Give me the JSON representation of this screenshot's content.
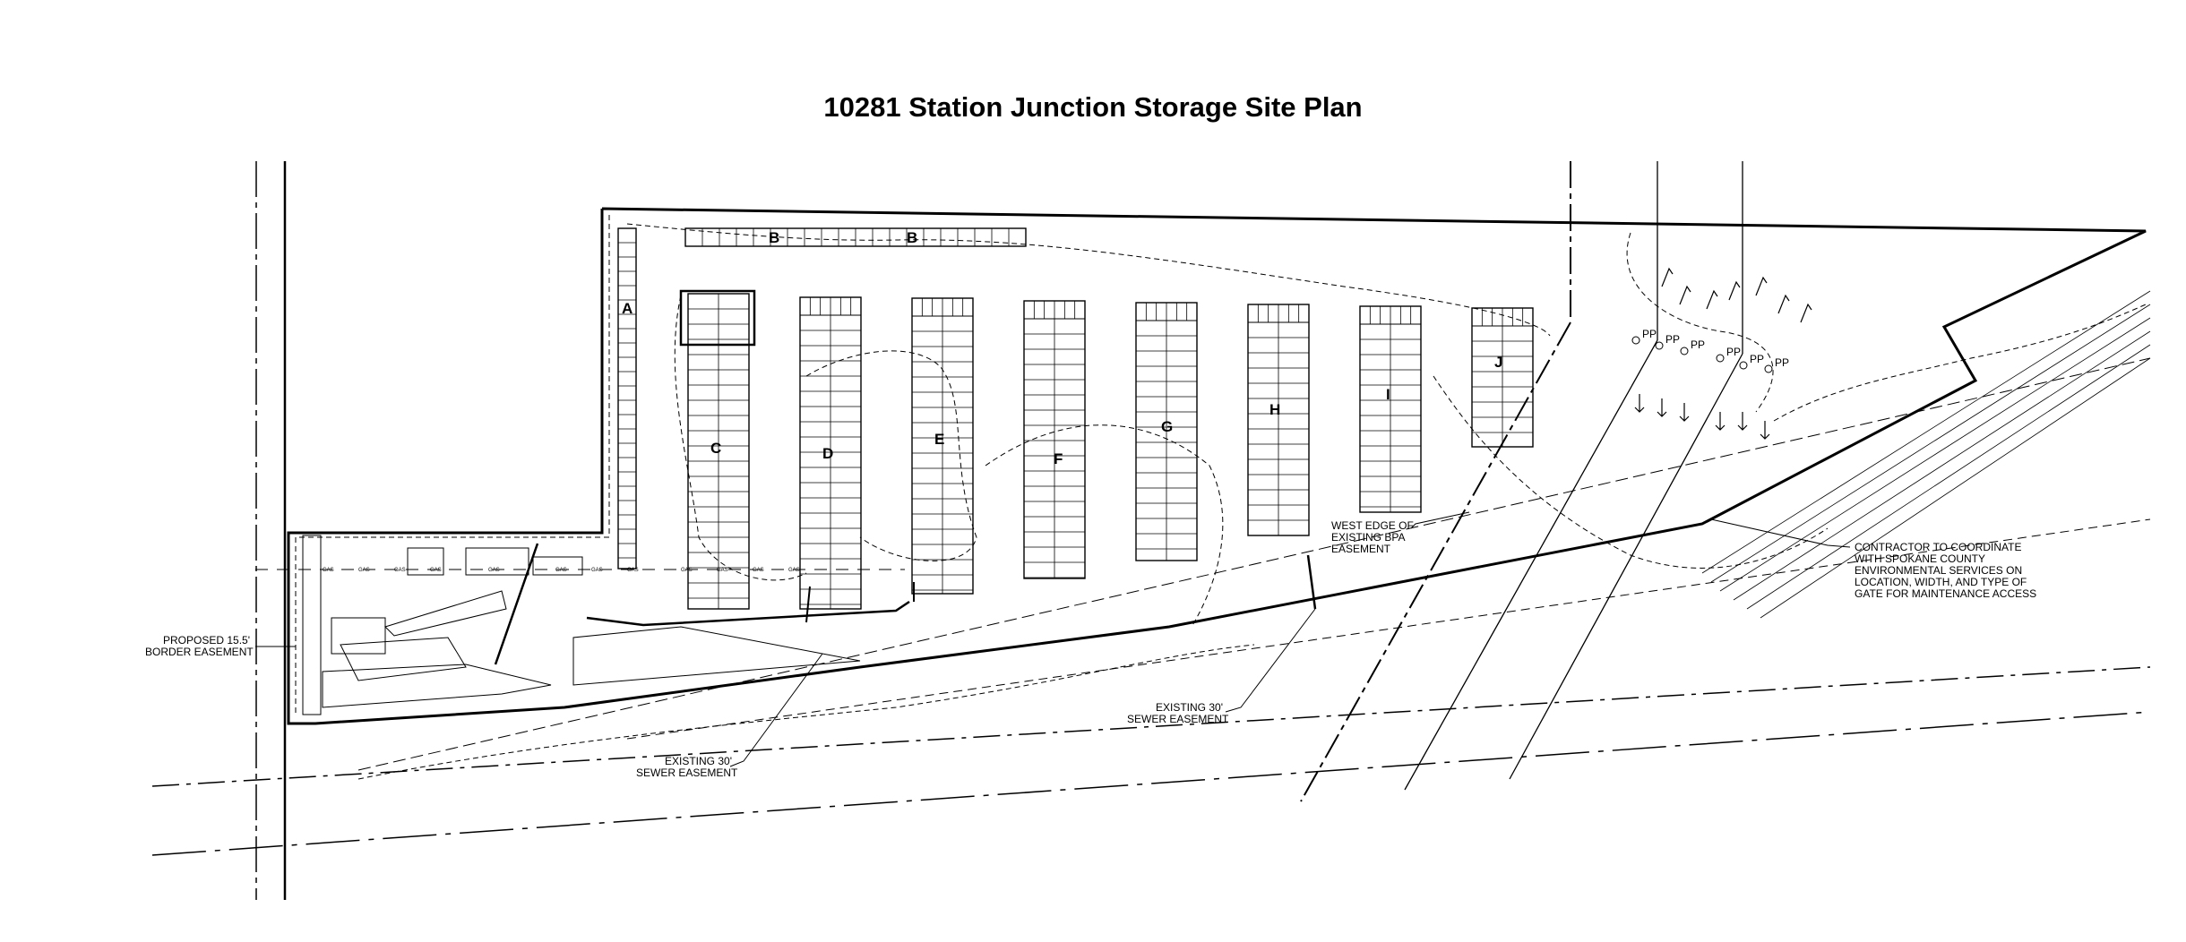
{
  "title": "10281 Station Junction Storage Site Plan",
  "blocks": [
    "A",
    "B",
    "B",
    "C",
    "D",
    "E",
    "F",
    "G",
    "H",
    "I",
    "J"
  ],
  "annotations": {
    "border_easement": [
      "PROPOSED 15.5'",
      "BORDER EASEMENT"
    ],
    "sewer_easement_1": [
      "EXISTING 30'",
      "SEWER EASEMENT"
    ],
    "sewer_easement_2": [
      "EXISTING 30'",
      "SEWER EASEMENT"
    ],
    "bpa_easement": [
      "WEST EDGE OF",
      "EXISTING BPA",
      "EASEMENT"
    ],
    "contractor_note": [
      "CONTRACTOR TO COORDINATE",
      "WITH SPOKANE COUNTY",
      "ENVIRONMENTAL SERVICES ON",
      "LOCATION, WIDTH, AND TYPE OF",
      "GATE FOR MAINTENANCE ACCESS"
    ]
  },
  "utility_labels": {
    "gas": "GAS",
    "power_pole": "PP"
  }
}
